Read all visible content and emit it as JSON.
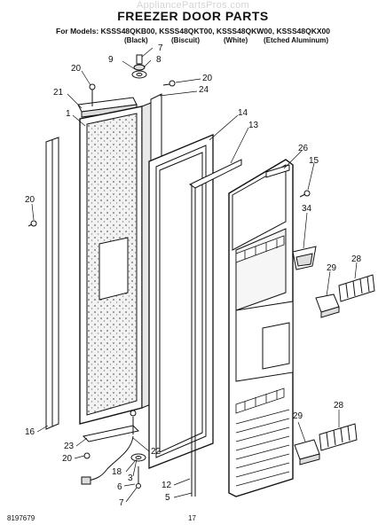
{
  "watermark": "AppliancePartsPros.com",
  "title": "FREEZER DOOR PARTS",
  "models_line": "For Models: KSSS48QKB00, KSSS48QKT00, KSSS48QKW00, KSSS48QKX00",
  "variants": [
    "(Black)",
    "(Biscuit)",
    "(White)",
    "(Etched Aluminum)"
  ],
  "callouts": [
    "7",
    "8",
    "9",
    "20",
    "20",
    "24",
    "21",
    "1",
    "14",
    "13",
    "26",
    "15",
    "34",
    "29",
    "28",
    "20",
    "16",
    "23",
    "20",
    "22",
    "3",
    "18",
    "6",
    "7",
    "12",
    "5",
    "29",
    "28"
  ],
  "footer": {
    "doc_number": "8197679",
    "page_number": "17"
  }
}
